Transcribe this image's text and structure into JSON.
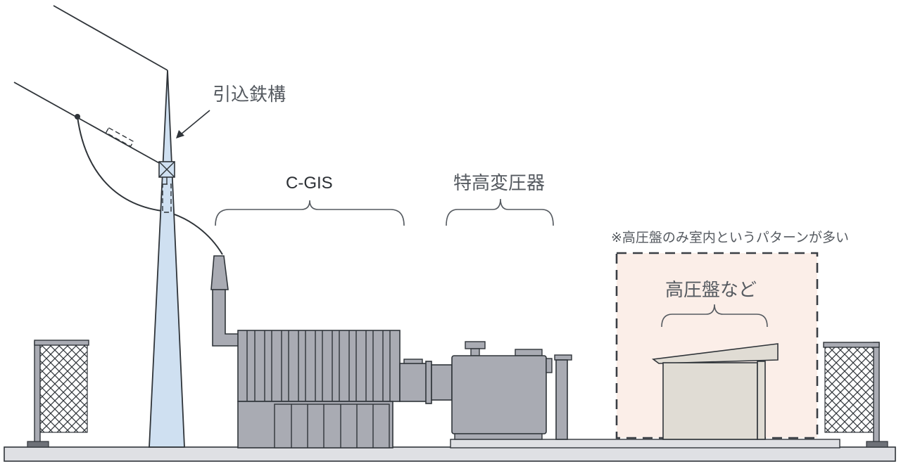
{
  "labels": {
    "tower": "引込鉄構",
    "cgis": "C-GIS",
    "transformer": "特高変圧器",
    "note": "※高圧盤のみ室内というパターンが多い",
    "panel": "高圧盤など"
  },
  "colors": {
    "line": "#2f3439",
    "equipment": "#a9abb3",
    "equipment_dark": "#8f9199",
    "tower_fill": "#cfe0f1",
    "indoor_fill": "#fbeee8",
    "panel_fill": "#e0dcd4",
    "ground": "#dfe0e4",
    "label_text": "#555a60"
  }
}
